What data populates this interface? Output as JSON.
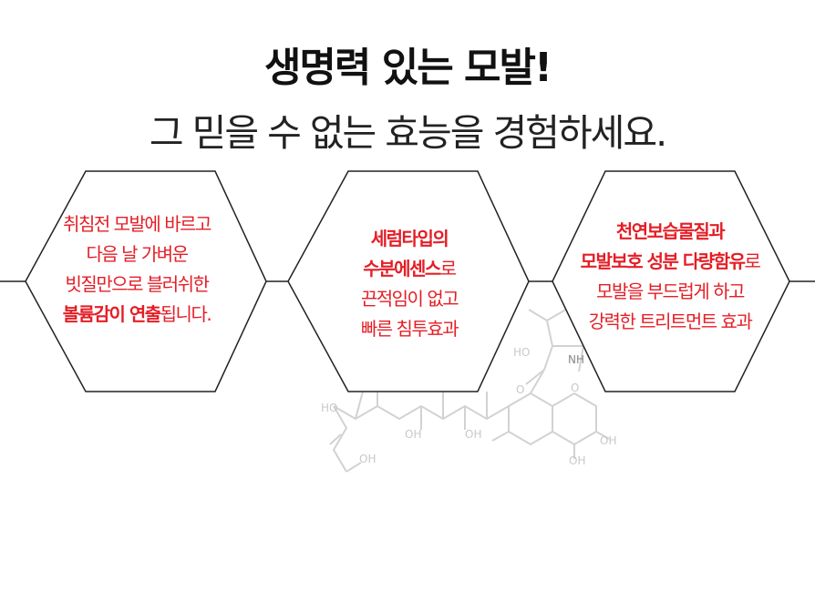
{
  "headline": "생명력 있는 모발!",
  "subline": "그 믿을 수 없는 효능을 경험하세요.",
  "hexagons": [
    {
      "lines": [
        [
          {
            "t": "취침전 모발에 바르고",
            "b": false
          }
        ],
        [
          {
            "t": "다음 날 가벼운",
            "b": false
          }
        ],
        [
          {
            "t": "빗질만으로 블러쉬한",
            "b": false
          }
        ],
        [
          {
            "t": "볼륨감이 연출",
            "b": true
          },
          {
            "t": "됩니다.",
            "b": false
          }
        ]
      ]
    },
    {
      "lines": [
        [
          {
            "t": "세럼타입의",
            "b": true
          }
        ],
        [
          {
            "t": "수분에센스",
            "b": true
          },
          {
            "t": "로",
            "b": false
          }
        ],
        [
          {
            "t": "끈적임이 없고",
            "b": false
          }
        ],
        [
          {
            "t": "빠른 침투효과",
            "b": false
          }
        ]
      ]
    },
    {
      "lines": [
        [
          {
            "t": "천연보습물질과",
            "b": true
          }
        ],
        [
          {
            "t": "모발보호 성분 다량함유",
            "b": true
          },
          {
            "t": "로",
            "b": false
          }
        ],
        [
          {
            "t": "모발을 부드럽게 하고",
            "b": false
          }
        ],
        [
          {
            "t": "강력한 트리트먼트 효과",
            "b": false
          }
        ]
      ]
    }
  ],
  "molecule_labels": {
    "ho_top": "HO",
    "nh": "NH",
    "o_ketone": "O",
    "o_ring": "O",
    "ho_left": "HO",
    "oh_1": "OH",
    "oh_2": "OH",
    "oh_3": "OH",
    "oh_4": "OH",
    "oh_5": "OH"
  },
  "colors": {
    "accent": "#e41e26",
    "line": "#222222",
    "molecule": "#d0d0d0"
  }
}
